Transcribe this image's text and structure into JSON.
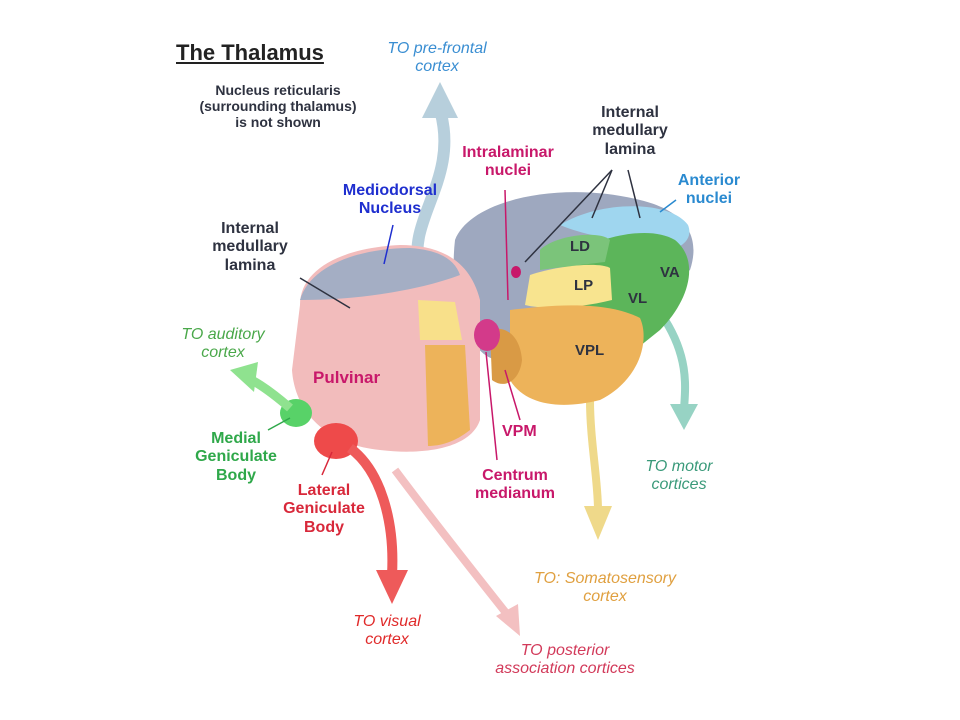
{
  "title": "The Thalamus",
  "note": [
    "Nucleus reticularis",
    "(surrounding thalamus)",
    "is not shown"
  ],
  "labels": {
    "pulvinar": "Pulvinar",
    "mediodorsal": [
      "Mediodorsal",
      "Nucleus"
    ],
    "intralaminar": [
      "Intralaminar",
      "nuclei"
    ],
    "internal_lamina_left": [
      "Internal",
      "medullary",
      "lamina"
    ],
    "internal_lamina_right": [
      "Internal",
      "medullary",
      "lamina"
    ],
    "anterior": [
      "Anterior",
      "nuclei"
    ],
    "ld": "LD",
    "lp": "LP",
    "va": "VA",
    "vl": "VL",
    "vpl": "VPL",
    "vpm": "VPM",
    "centrum": [
      "Centrum",
      "medianum"
    ],
    "medial_geniculate": [
      "Medial",
      "Geniculate",
      "Body"
    ],
    "lateral_geniculate": [
      "Lateral",
      "Geniculate",
      "Body"
    ]
  },
  "projections": {
    "prefrontal": [
      "TO pre-frontal",
      "cortex"
    ],
    "auditory": [
      "TO auditory",
      "cortex"
    ],
    "motor": [
      "TO motor",
      "cortices"
    ],
    "somatosensory": [
      "TO: Somatosensory",
      "cortex"
    ],
    "visual": [
      "TO visual",
      "cortex"
    ],
    "posterior": [
      "TO posterior",
      "association cortices"
    ]
  },
  "colors": {
    "dark_text": "#2e3240",
    "mediodorsal_blue": "#1f2fcf",
    "intralaminar_magenta": "#c8186a",
    "anterior_blue": "#2a8ad0",
    "medial_green": "#2fa84a",
    "lateral_red": "#d8283a",
    "prefrontal_arrow": "#a9c5d6",
    "motor_arrow": "#8fcfc0",
    "somatosensory_arrow": "#ecd27a",
    "auditory_arrow": "#8fe28f",
    "visual_arrow": "#ee5a5a",
    "posterior_arrow": "#f2b9ba",
    "projection_prefrontal_text": "#3a8ed2",
    "projection_auditory_text": "#4aa84a",
    "projection_motor_text": "#3a9a7a",
    "projection_somato_text": "#e0a040",
    "projection_visual_text": "#e02a2a",
    "projection_posterior_text": "#d23a5a"
  }
}
